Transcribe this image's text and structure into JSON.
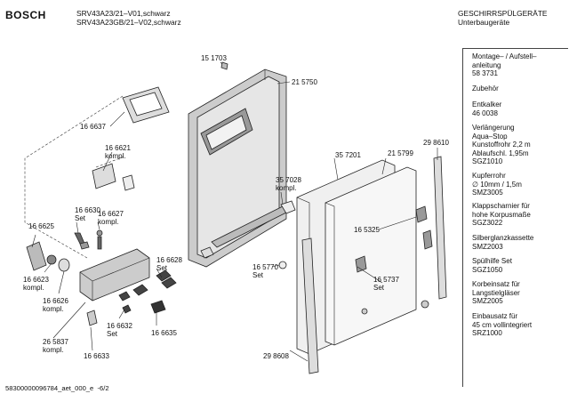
{
  "header": {
    "brand": "BOSCH",
    "models": [
      "SRV43A23/21–V01,schwarz",
      "SRV43A23GB/21–V02,schwarz"
    ],
    "category": [
      "GESCHIRRSPÜLGERÄTE",
      "Unterbaugeräte"
    ]
  },
  "sidebar": [
    [
      "Montage– / Aufstell–",
      "anleitung",
      "58 3731"
    ],
    [
      "Zubehör"
    ],
    [
      "Entkalker",
      "46 0038"
    ],
    [
      "Verlängerung",
      "Aqua–Stop",
      "Kunstoffrohr 2,2 m",
      "Ablaufschl. 1,95m",
      "SGZ1010"
    ],
    [
      "Kupferrohr",
      "∅ 10mm / 1,5m",
      "SMZ3005"
    ],
    [
      "Klappscharnier für",
      "hohe Korpusmaße",
      "SGZ3022"
    ],
    [
      "Silberglanzkassette",
      "SMZ2003"
    ],
    [
      "Spülhilfe Set",
      "SGZ1050"
    ],
    [
      "Korbeinsatz für",
      "Langstielgläser",
      "SMZ2005"
    ],
    [
      "Einbausatz für",
      "45 cm vollintegriert",
      "SRZ1000"
    ]
  ],
  "labels": [
    [
      "15 1703"
    ],
    [
      "21 5750"
    ],
    [
      "16 6637"
    ],
    [
      "16 6621",
      "kompl."
    ],
    [
      "35 7201"
    ],
    [
      "21 5799"
    ],
    [
      "29 8610"
    ],
    [
      "35 7028",
      "kompl."
    ],
    [
      "16 6630",
      "Set"
    ],
    [
      "16 6627",
      "kompl."
    ],
    [
      "16 6625"
    ],
    [
      "16 5325"
    ],
    [
      "16 6628",
      "Set"
    ],
    [
      "16 5770",
      "Set"
    ],
    [
      "16 5737",
      "Set"
    ],
    [
      "16 6623",
      "kompl."
    ],
    [
      "16 6626",
      "kompl."
    ],
    [
      "16 6632",
      "Set"
    ],
    [
      "16 6635"
    ],
    [
      "26 5837",
      "kompl."
    ],
    [
      "16 6633"
    ],
    [
      "29 8608"
    ]
  ],
  "footer": "58300000096784_aet_000_e  -6/2"
}
